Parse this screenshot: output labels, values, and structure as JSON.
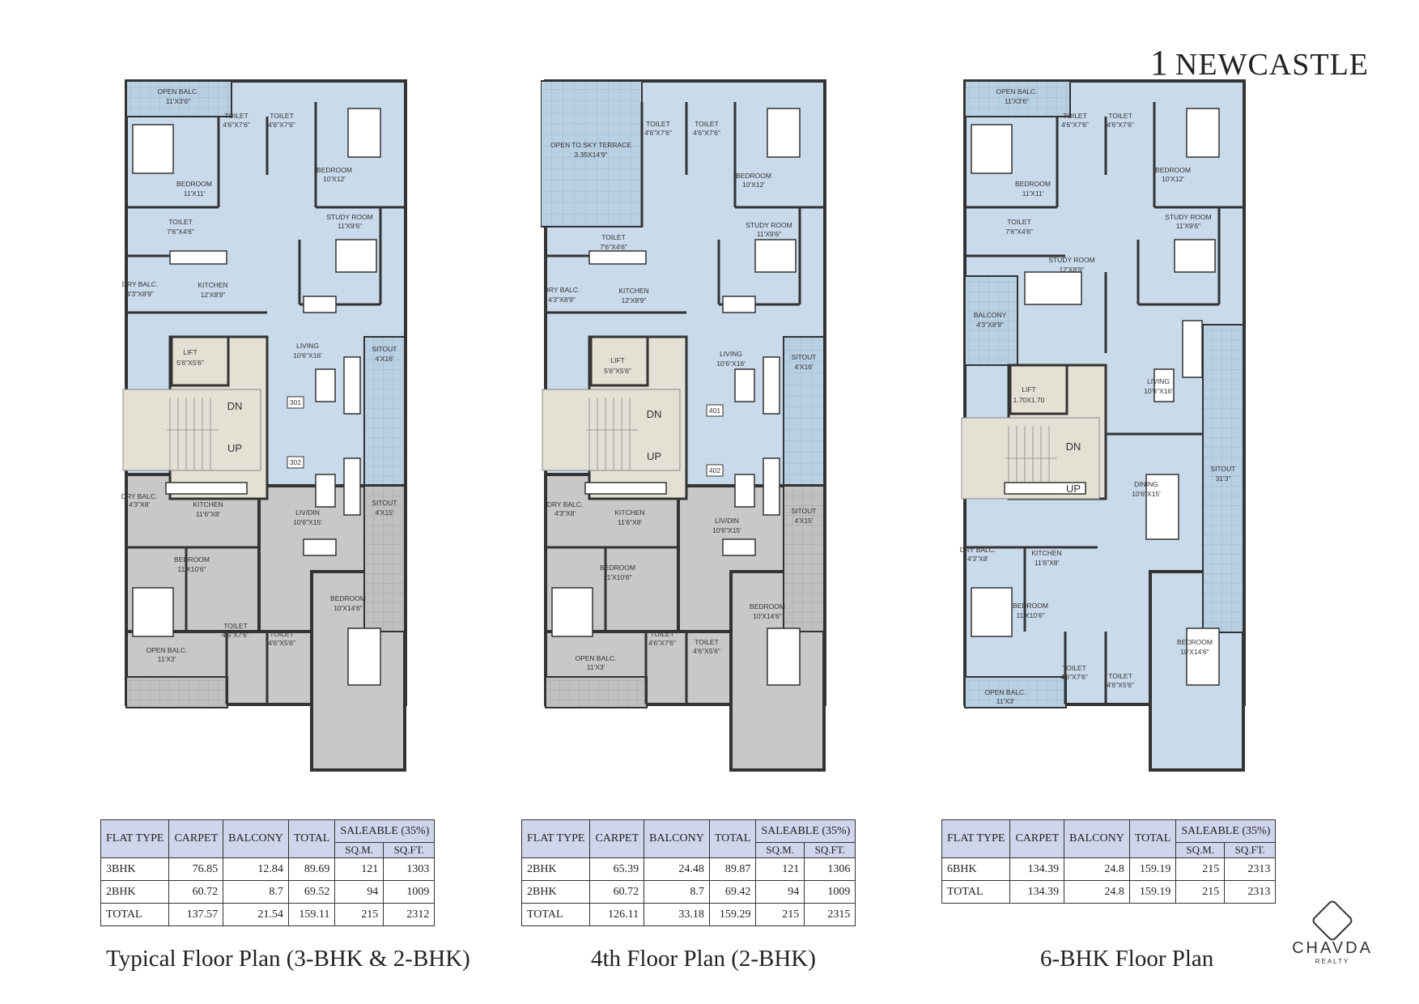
{
  "header": {
    "number": "1",
    "name": "NEWCASTLE"
  },
  "columns": {
    "flat_type": "FLAT TYPE",
    "carpet": "CARPET",
    "balcony": "BALCONY",
    "total": "TOTAL",
    "saleable": "SALEABLE (35%)",
    "sqm": "SQ.M.",
    "sqft": "SQ.FT."
  },
  "plans": [
    {
      "caption": "Typical Floor Plan (3-BHK & 2-BHK)",
      "unit_a": "301",
      "unit_b": "302",
      "rows": [
        {
          "type": "3BHK",
          "carpet": "76.85",
          "balcony": "12.84",
          "total": "89.69",
          "sqm": "121",
          "sqft": "1303"
        },
        {
          "type": "2BHK",
          "carpet": "60.72",
          "balcony": "8.7",
          "total": "69.52",
          "sqm": "94",
          "sqft": "1009"
        },
        {
          "type": "TOTAL",
          "carpet": "137.57",
          "balcony": "21.54",
          "total": "159.11",
          "sqm": "215",
          "sqft": "2312"
        }
      ],
      "rooms": {
        "open_balc_top": "OPEN BALC.",
        "open_balc_top_size": "11'X3'6\"",
        "bedroom1": "BEDROOM",
        "bedroom1_size": "11'X11'",
        "toilet1": "TOILET",
        "toilet1_size": "4'6\"X7'6\"",
        "toilet2": "TOILET",
        "toilet2_size": "4'6\"X7'6\"",
        "bedroom2": "BEDROOM",
        "bedroom2_size": "10'X12'",
        "toilet3": "TOILET",
        "toilet3_size": "7'6\"X4'6\"",
        "study": "STUDY ROOM",
        "study_size": "11'X9'6\"",
        "dry_balc1": "DRY BALC.",
        "dry_balc1_size": "4'3\"X8'9\"",
        "kitchen1": "KITCHEN",
        "kitchen1_size": "12'X8'9\"",
        "lift": "LIFT",
        "lift_size": "5'6\"X5'6\"",
        "living": "LIVING",
        "living_size": "10'6\"X16'",
        "sitout1": "SITOUT",
        "sitout1_size": "4'X16'",
        "dn": "DN",
        "up": "UP",
        "dry_balc2": "DRY BALC.",
        "dry_balc2_size": "4'3\"X8'",
        "kitchen2": "KITCHEN",
        "kitchen2_size": "11'6\"X8'",
        "livdin": "LIV/DIN",
        "livdin_size": "10'6\"X15'",
        "sitout2": "SITOUT",
        "sitout2_size": "4'X15'",
        "bedroom3": "BEDROOM",
        "bedroom3_size": "11'X10'6\"",
        "bedroom4": "BEDROOM",
        "bedroom4_size": "10'X14'6\"",
        "toilet4": "TOILET",
        "toilet4_size": "4'6\"X7'6\"",
        "toilet5": "TOILET",
        "toilet5_size": "4'6\"X5'6\"",
        "open_balc_bottom": "OPEN BALC.",
        "open_balc_bottom_size": "11'X3'"
      }
    },
    {
      "caption": "4th Floor Plan (2-BHK)",
      "unit_a": "401",
      "unit_b": "402",
      "rows": [
        {
          "type": "2BHK",
          "carpet": "65.39",
          "balcony": "24.48",
          "total": "89.87",
          "sqm": "121",
          "sqft": "1306"
        },
        {
          "type": "2BHK",
          "carpet": "60.72",
          "balcony": "8.7",
          "total": "69.42",
          "sqm": "94",
          "sqft": "1009"
        },
        {
          "type": "TOTAL",
          "carpet": "126.11",
          "balcony": "33.18",
          "total": "159.29",
          "sqm": "215",
          "sqft": "2315"
        }
      ],
      "rooms": {
        "terrace": "OPEN TO SKY TERRACE",
        "terrace_size": "3.35X14'9\"",
        "toilet1": "TOILET",
        "toilet1_size": "4'6\"X7'6\"",
        "toilet2": "TOILET",
        "toilet2_size": "4'6\"X7'6\"",
        "bedroom2": "BEDROOM",
        "bedroom2_size": "10'X12'",
        "toilet3": "TOILET",
        "toilet3_size": "7'6\"X4'6\"",
        "study": "STUDY ROOM",
        "study_size": "11'X9'6\"",
        "dry_balc1": "DRY BALC.",
        "dry_balc1_size": "4'3\"X8'9\"",
        "kitchen1": "KITCHEN",
        "kitchen1_size": "12'X8'9\"",
        "lift": "LIFT",
        "lift_size": "5'6\"X5'6\"",
        "living": "LIVING",
        "living_size": "10'6\"X16'",
        "sitout1": "SITOUT",
        "sitout1_size": "4'X16'",
        "dn": "DN",
        "up": "UP",
        "dry_balc2": "DRY BALC.",
        "dry_balc2_size": "4'3\"X8'",
        "kitchen2": "KITCHEN",
        "kitchen2_size": "11'6\"X8'",
        "livdin": "LIV/DIN",
        "livdin_size": "10'6\"X15'",
        "sitout2": "SITOUT",
        "sitout2_size": "4'X15'",
        "bedroom3": "BEDROOM",
        "bedroom3_size": "11'X10'6\"",
        "bedroom4": "BEDROOM",
        "bedroom4_size": "10'X14'6\"",
        "toilet4": "TOILET",
        "toilet4_size": "4'6\"X7'6\"",
        "toilet5": "TOILET",
        "toilet5_size": "4'6\"X5'6\"",
        "open_balc_bottom": "OPEN BALC.",
        "open_balc_bottom_size": "11'X3'"
      }
    },
    {
      "caption": "6-BHK Floor Plan",
      "rows": [
        {
          "type": "6BHK",
          "carpet": "134.39",
          "balcony": "24.8",
          "total": "159.19",
          "sqm": "215",
          "sqft": "2313"
        },
        {
          "type": "TOTAL",
          "carpet": "134.39",
          "balcony": "24.8",
          "total": "159.19",
          "sqm": "215",
          "sqft": "2313"
        }
      ],
      "rooms": {
        "open_balc_top": "OPEN BALC.",
        "open_balc_top_size": "11'X3'6\"",
        "bedroom1": "BEDROOM",
        "bedroom1_size": "11'X11'",
        "toilet1": "TOILET",
        "toilet1_size": "4'6\"X7'6\"",
        "toilet2": "TOILET",
        "toilet2_size": "4'6\"X7'6\"",
        "bedroom2": "BEDROOM",
        "bedroom2_size": "10'X12'",
        "toilet3": "TOILET",
        "toilet3_size": "7'6\"X4'6\"",
        "study": "STUDY ROOM",
        "study_size": "11'X9'6\"",
        "study2": "STUDY ROOM",
        "study2_size": "12'X8'9\"",
        "balcony": "BALCONY",
        "balcony_size": "4'3\"X8'9\"",
        "lift": "LIFT",
        "lift_size": "1.70X1.70",
        "living": "LIVING",
        "living_size": "10'6\"X16'",
        "dn": "DN",
        "up": "UP",
        "sitout": "SITOUT",
        "sitout_size": "31'3\"",
        "dining": "DINING",
        "dining_size": "10'6\"X15'",
        "dry_balc2": "DRY BALC.",
        "dry_balc2_size": "4'3\"X8'",
        "kitchen2": "KITCHEN",
        "kitchen2_size": "11'6\"X8'",
        "bedroom3": "BEDROOM",
        "bedroom3_size": "11'X10'6\"",
        "bedroom4": "BEDROOM",
        "bedroom4_size": "10'X14'6\"",
        "toilet4": "TOILET",
        "toilet4_size": "4'6\"X7'6\"",
        "toilet5": "TOILET",
        "toilet5_size": "4'6\"X5'6\"",
        "open_balc_bottom": "OPEN BALC.",
        "open_balc_bottom_size": "11'X3'"
      }
    }
  ],
  "logo": {
    "name": "CHAVDA",
    "sub": "REALTY"
  },
  "colors": {
    "blue": "#c9daea",
    "grey": "#c8c8c6",
    "beige": "#e4e0d4",
    "tile": "#b9cfe2",
    "header": "#cfd5ea"
  }
}
